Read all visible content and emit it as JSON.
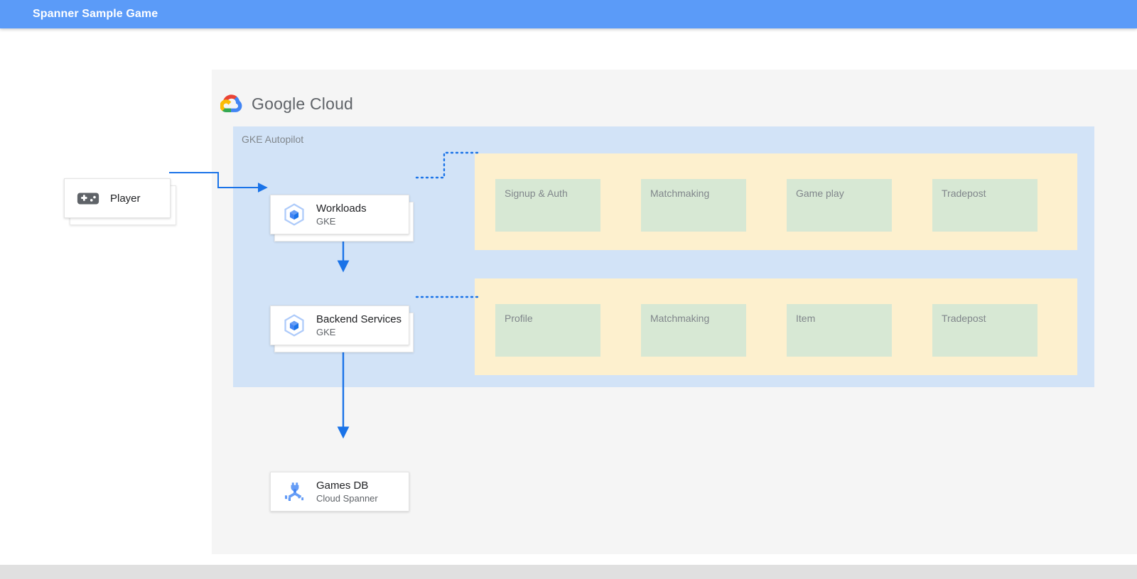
{
  "appbar": {
    "title": "Spanner Sample Game"
  },
  "diagram": {
    "brand": {
      "logo_icon": "google-cloud-logo-icon",
      "name_part1": "Google",
      "name_part2": "Cloud",
      "text": "Google Cloud"
    },
    "gke_panel": {
      "label": "GKE Autopilot"
    },
    "nodes": [
      {
        "id": "player",
        "title": "Player",
        "subtitle": "",
        "icon": "gamepad-icon"
      },
      {
        "id": "workloads",
        "title": "Workloads",
        "subtitle": "GKE",
        "icon": "gke-hexagon-icon"
      },
      {
        "id": "backend-services",
        "title": "Backend Services",
        "subtitle": "GKE",
        "icon": "gke-hexagon-icon"
      },
      {
        "id": "games-db",
        "title": "Games DB",
        "subtitle": "Cloud Spanner",
        "icon": "cloud-spanner-icon"
      }
    ],
    "service_groups": [
      {
        "id": "workload-services",
        "services": [
          {
            "label": "Signup & Auth"
          },
          {
            "label": "Matchmaking"
          },
          {
            "label": "Game play"
          },
          {
            "label": "Tradepost"
          }
        ]
      },
      {
        "id": "backend-services-list",
        "services": [
          {
            "label": "Profile"
          },
          {
            "label": "Matchmaking"
          },
          {
            "label": "Item"
          },
          {
            "label": "Tradepost"
          }
        ]
      }
    ],
    "colors": {
      "appbar": "#5b9bf8",
      "container": "#f5f5f5",
      "gke_panel": "#d2e3f7",
      "service_group": "#fdf0ce",
      "service_box": "#d7e8d4",
      "connector": "#1a73e8",
      "muted_text": "#80868b",
      "bottom_strip": "#e0e0e0"
    }
  }
}
